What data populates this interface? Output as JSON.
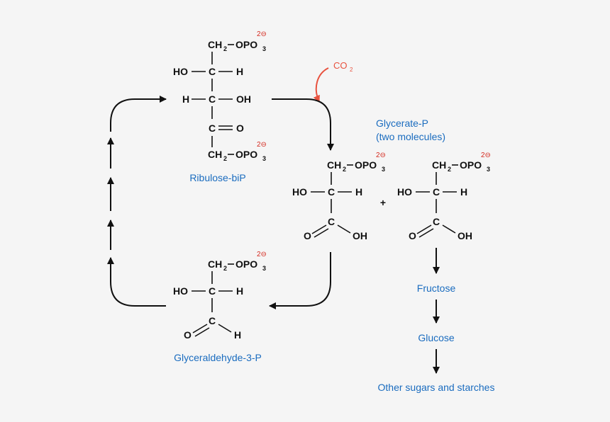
{
  "molecules": {
    "ribulose": {
      "name": "Ribulose-biP"
    },
    "glycerate": {
      "name": "Glycerate-P",
      "note": "(two molecules)"
    },
    "glyceraldehyde": {
      "name": "Glyceraldehyde-3-P"
    }
  },
  "atoms": {
    "CH": "CH",
    "sub2": "2",
    "OPO": "OPO",
    "sub3": "3",
    "charge": "2⊖",
    "HO": "HO",
    "H": "H",
    "C": "C",
    "OH": "OH",
    "O": "O"
  },
  "co2": {
    "label": "CO",
    "sub": "2"
  },
  "plus": "+",
  "products": [
    "Fructose",
    "Glucose",
    "Other sugars and starches"
  ],
  "colors": {
    "label_blue": "#1a6cbf",
    "co2_red": "#e8523f",
    "ink": "#111111"
  }
}
